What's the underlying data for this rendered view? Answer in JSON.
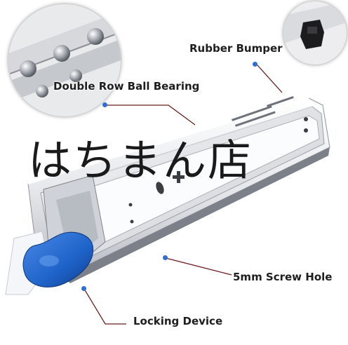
{
  "callouts": {
    "rubber_bumper": "Rubber Bumper",
    "double_row_ball_bearing": "Double Row Ball Bearing",
    "screw_hole": "5mm Screw Hole",
    "locking_device": "Locking Device"
  },
  "watermark": "はちまん店",
  "colors": {
    "accent_dot": "#2f6fd1",
    "leader_line": "#6b1f1f",
    "lever_blue": "#1e63c9",
    "steel_light": "#f2f3f5",
    "steel_dark": "#9a9ea6"
  },
  "icons": {
    "inset_bearing": "ball-bearing-closeup",
    "inset_bumper": "rubber-bumper-closeup"
  }
}
